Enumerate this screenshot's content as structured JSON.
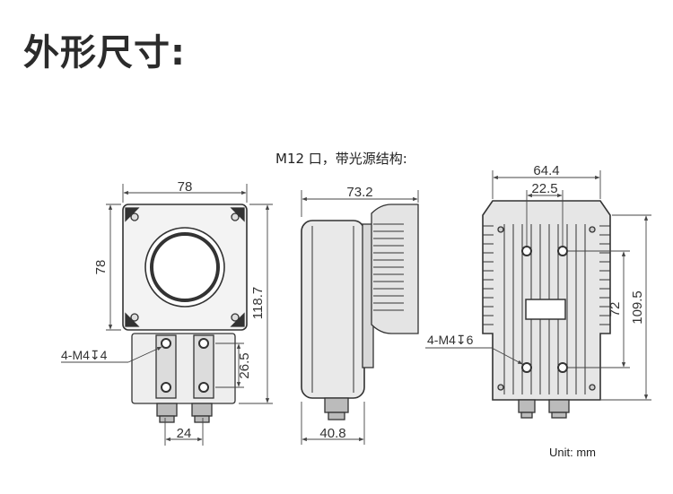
{
  "heading": "外形尺寸:",
  "subheading": "M12 口，带光源结构:",
  "unit_note": "Unit: mm",
  "front_view": {
    "width_dim": "78",
    "height_dim": "78",
    "total_height_dim": "118.7",
    "connector_height_dim": "26.5",
    "connector_spacing_dim": "24",
    "thread_note": "4-M4↧4"
  },
  "side_view": {
    "depth_dim": "73.2",
    "base_depth_dim": "40.8"
  },
  "back_view": {
    "outer_width_dim": "64.4",
    "inner_width_dim": "22.5",
    "hole_spacing_dim": "72",
    "height_dim": "109.5",
    "thread_note": "4-M4↧6"
  }
}
